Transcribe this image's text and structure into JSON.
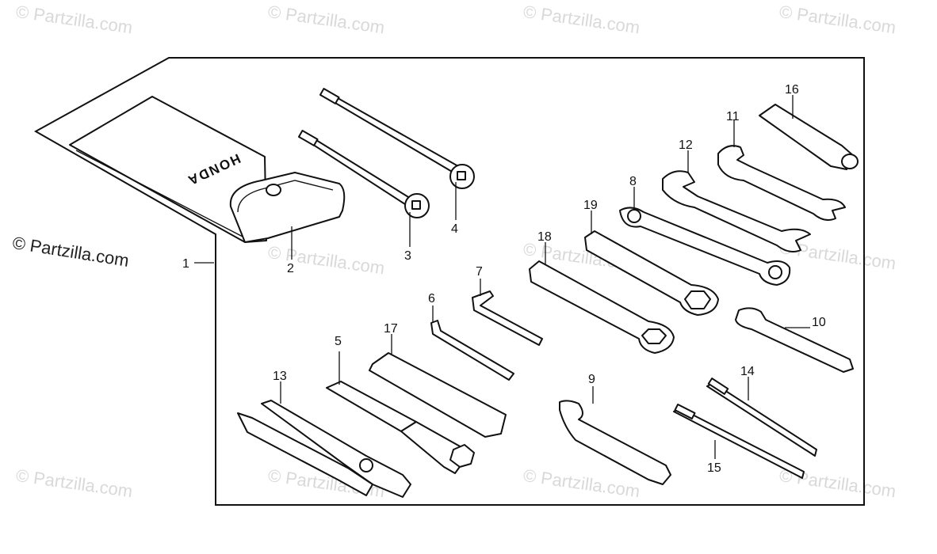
{
  "watermark": {
    "text": "© Partzilla.com",
    "color": "#d9d9d9"
  },
  "brand_caption": "© Partzilla.com",
  "pouch_text": "HONDA",
  "callouts": [
    "1",
    "2",
    "3",
    "4",
    "5",
    "6",
    "7",
    "8",
    "9",
    "10",
    "11",
    "12",
    "13",
    "14",
    "15",
    "16",
    "17",
    "18",
    "19"
  ],
  "colors": {
    "line": "#111111",
    "background": "#ffffff"
  }
}
